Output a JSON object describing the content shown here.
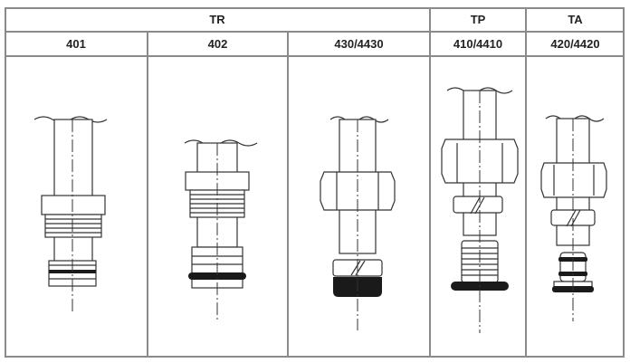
{
  "groups": [
    {
      "label": "TR"
    },
    {
      "label": "TP"
    },
    {
      "label": "TA"
    }
  ],
  "models": [
    {
      "label": "401"
    },
    {
      "label": "402"
    },
    {
      "label": "430/4430"
    },
    {
      "label": "410/4410"
    },
    {
      "label": "420/4420"
    }
  ]
}
